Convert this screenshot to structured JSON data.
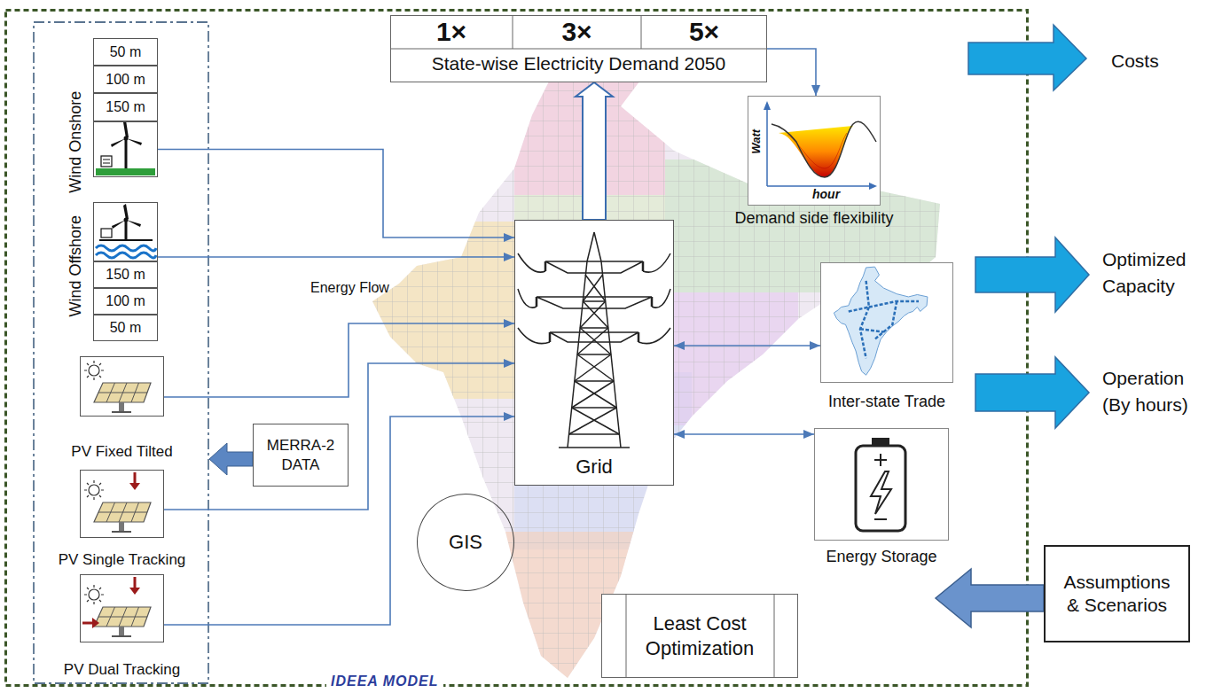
{
  "diagram": {
    "nodes": [
      {
        "text": [
          "IDEEA MODEL"
        ]
      },
      {
        "text": [
          "State-wise Electricity Demand 2050"
        ],
        "in": 0
      },
      {
        "text": [
          "1×"
        ],
        "in": 1
      },
      {
        "text": [
          "3×"
        ],
        "in": 1
      },
      {
        "text": [
          "5×"
        ],
        "in": 1
      },
      {
        "text": [
          "50 m"
        ],
        "in": 0
      },
      {
        "text": [
          "100 m"
        ],
        "in": 0
      },
      {
        "text": [
          "150 m"
        ],
        "in": 0
      },
      {
        "text": [
          "Wind Onshore"
        ],
        "in": 0
      },
      {
        "text": [
          "Wind Offshore"
        ],
        "in": 0
      },
      {
        "text": [
          "150 m"
        ],
        "in": 0
      },
      {
        "text": [
          "100 m"
        ],
        "in": 0
      },
      {
        "text": [
          "50 m"
        ],
        "in": 0
      },
      {
        "text": [
          "PV Fixed Tilted"
        ],
        "in": 0
      },
      {
        "text": [
          "MERRA-2 DATA"
        ],
        "in": 0
      },
      {
        "text": [
          "PV Single Tracking"
        ],
        "in": 0
      },
      {
        "text": [
          "PV Dual Tracking"
        ],
        "in": 0
      },
      {
        "text": [
          "Grid"
        ],
        "in": 0
      },
      {
        "text": [
          "Demand side flexibility"
        ],
        "in": 0
      },
      {
        "text": [
          "Inter-state Trade"
        ],
        "in": 0
      },
      {
        "text": [
          "GIS"
        ],
        "in": 0
      },
      {
        "text": [
          "Energy Storage"
        ],
        "in": 0
      },
      {
        "text": [
          "Least Cost Optimization"
        ],
        "in": 0
      },
      {
        "text": [
          "Assumptions & Scenarios"
        ]
      }
    ],
    "edges": [
      {
        "from": 8,
        "to": 17,
        "arrow": "to"
      },
      {
        "from": 9,
        "to": 17,
        "arrow": "to"
      },
      {
        "from": 13,
        "to": 17,
        "arrow": "to"
      },
      {
        "from": 15,
        "to": 17,
        "arrow": "to"
      },
      {
        "from": 16,
        "to": 17,
        "arrow": "to"
      },
      {
        "from": 17,
        "to": 1,
        "arrow": "to"
      },
      {
        "from": 1,
        "to": 18,
        "arrow": "to"
      },
      {
        "from": 17,
        "to": 19,
        "arrow": "both"
      },
      {
        "from": 17,
        "to": 21,
        "arrow": "both"
      }
    ],
    "labels": [
      "Energy Flow",
      "Watt",
      "hour",
      "Costs",
      "Optimized Capacity",
      "Operation (By hours)"
    ]
  }
}
